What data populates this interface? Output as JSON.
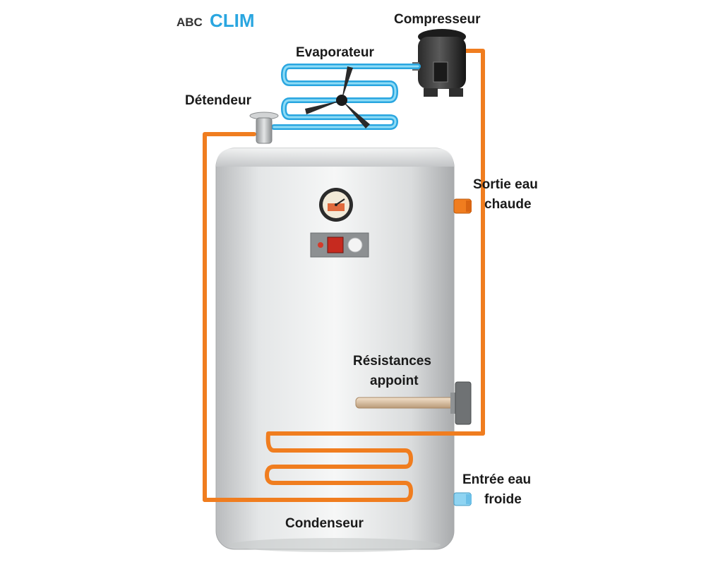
{
  "logo": {
    "prefix": "ABC",
    "name": "CLIM"
  },
  "labels": {
    "compressor": "Compresseur",
    "evaporator": "Evaporateur",
    "expansion_valve": "Détendeur",
    "hot_water_out": [
      "Sortie eau",
      "chaude"
    ],
    "backup_heater": [
      "Résistances",
      "appoint"
    ],
    "cold_water_in": [
      "Entrée eau",
      "froide"
    ],
    "condenser": "Condenseur"
  },
  "colors": {
    "hot_pipe": "#f07d1f",
    "cold_pipe": "#4fc3ea",
    "logo_prefix": "#333333",
    "logo_name": "#2aa6e0",
    "tank": "#d9dbdc"
  }
}
